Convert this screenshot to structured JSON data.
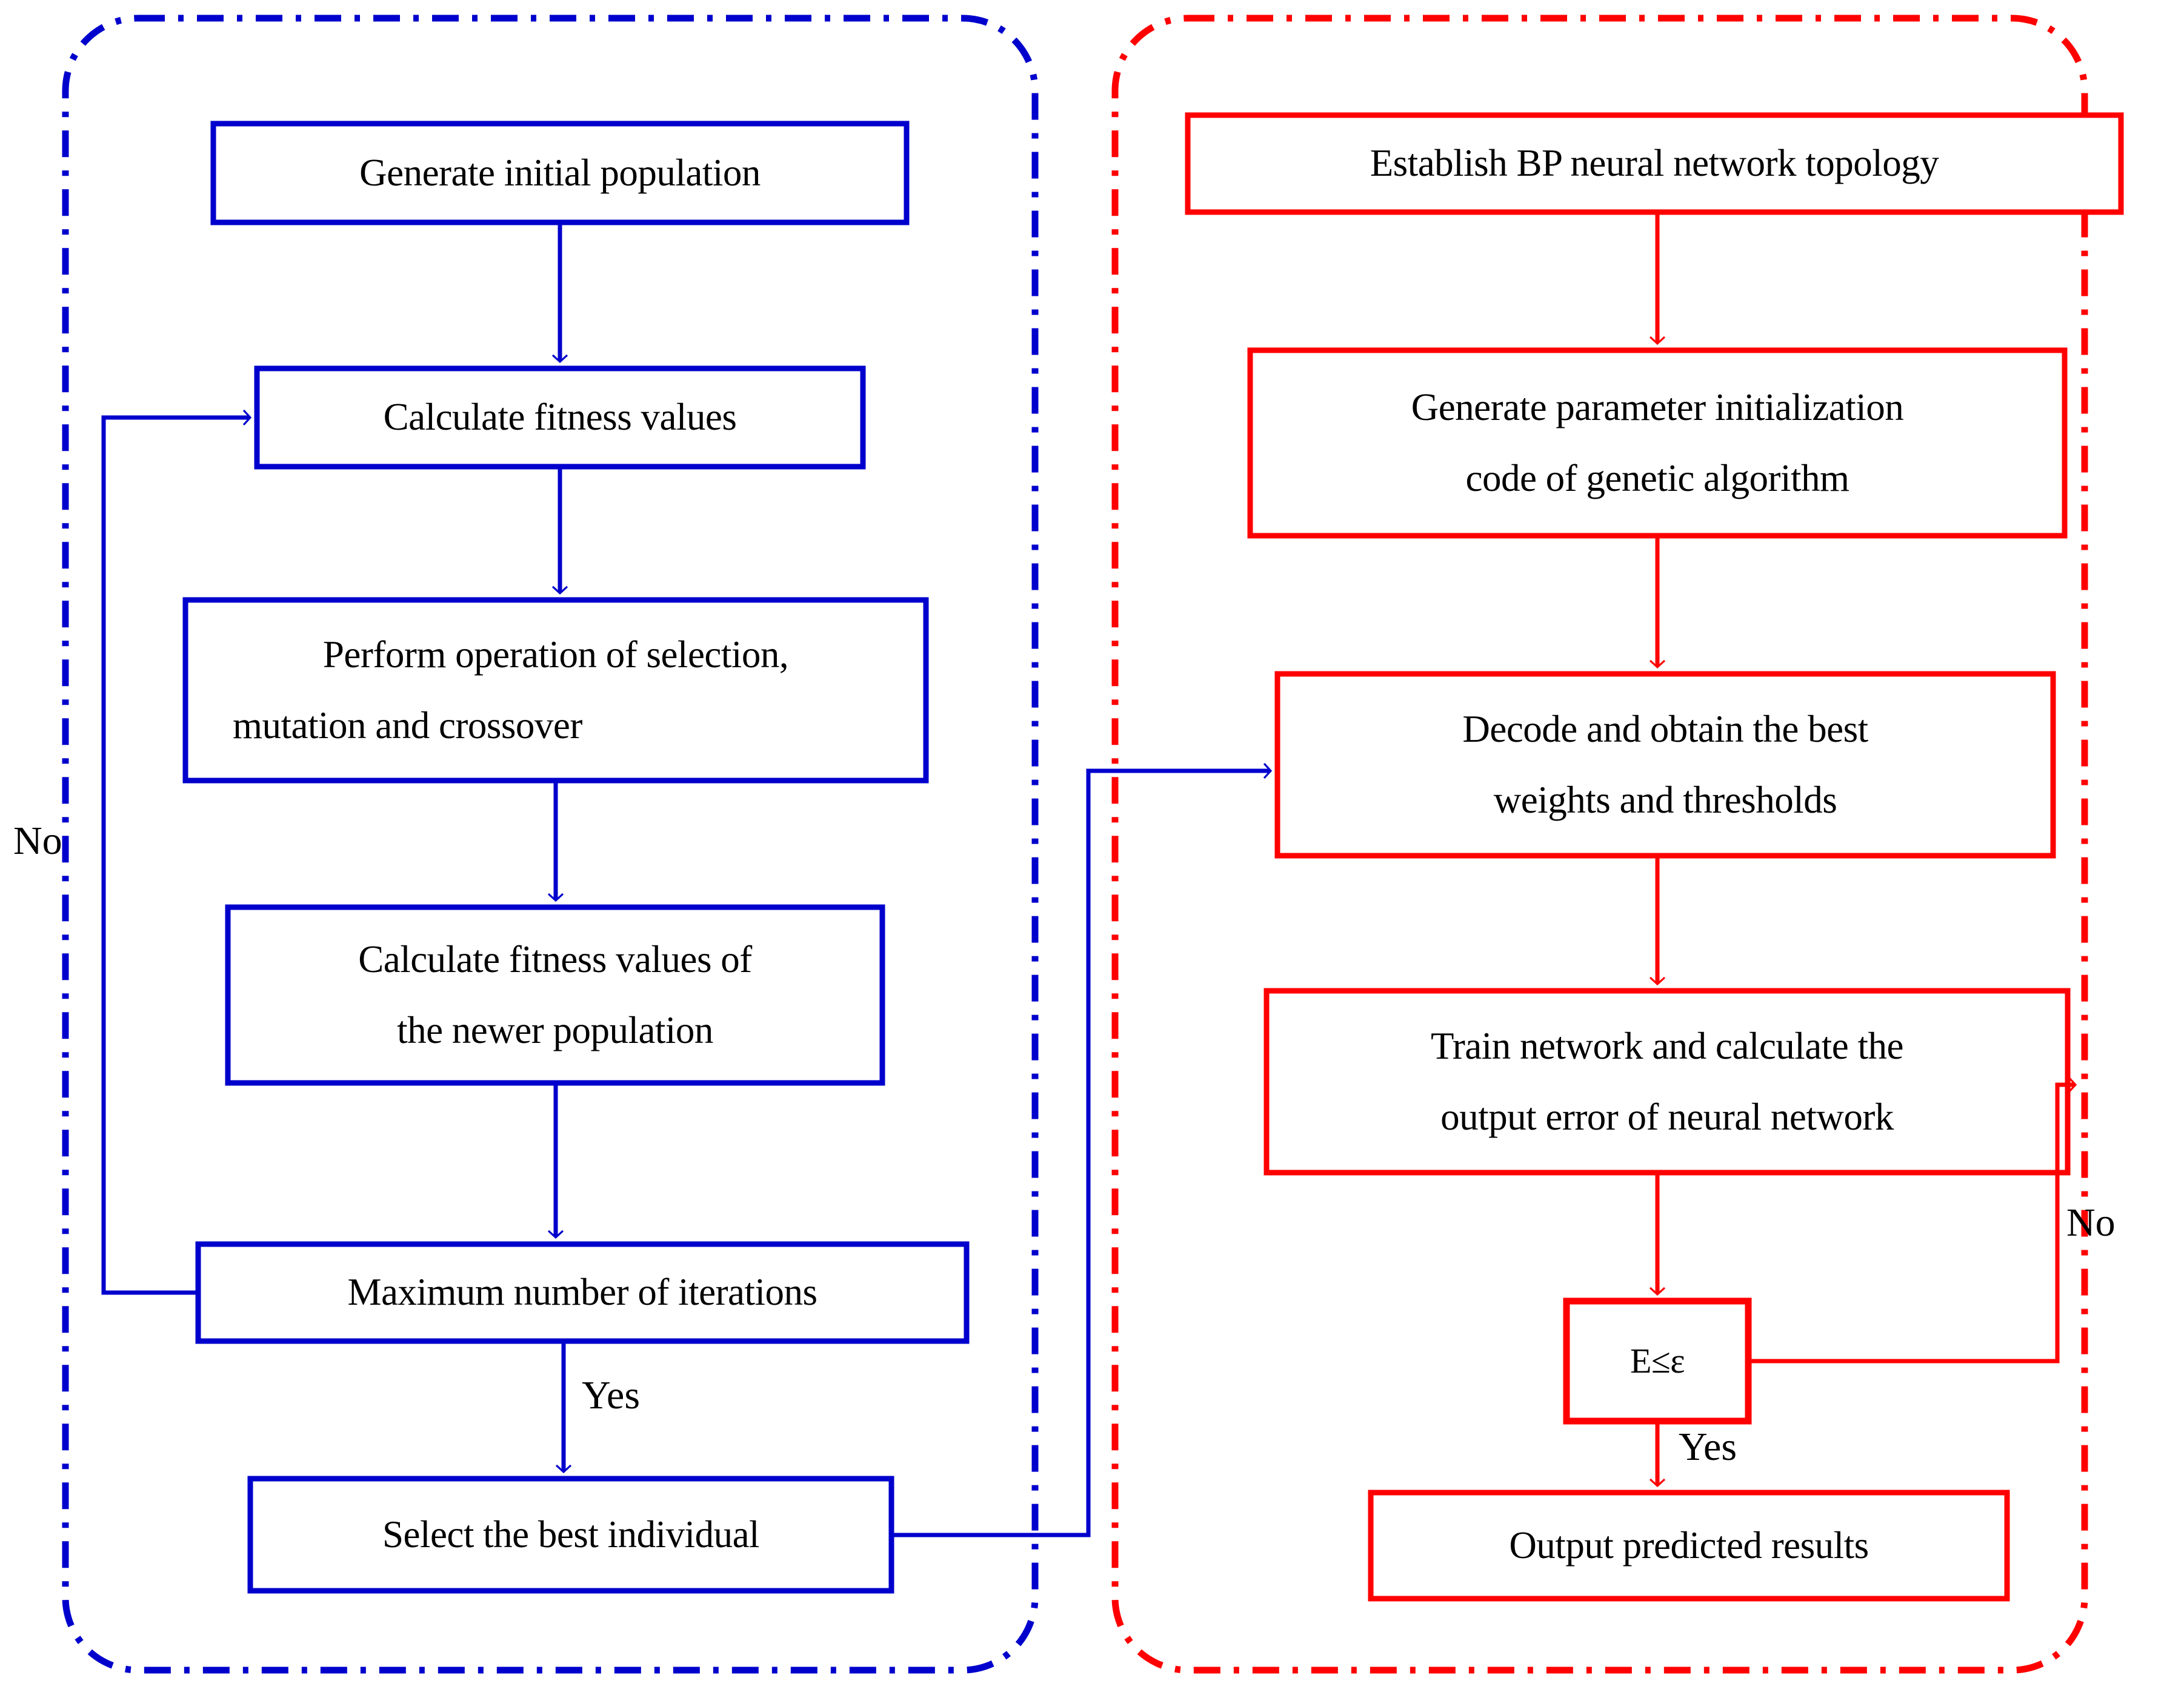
{
  "diagram": {
    "title": "GA-BP neural network flowchart",
    "colors": {
      "ga_panel": "#0000cd",
      "bp_panel": "#ff0000",
      "text": "#000000",
      "background": "#ffffff"
    },
    "panels": [
      {
        "id": "ga-panel",
        "name": "genetic-algorithm-panel",
        "border_style": "dash-dot",
        "color": "#0000cd"
      },
      {
        "id": "bp-panel",
        "name": "bp-network-panel",
        "border_style": "dash-dot",
        "color": "#ff0000"
      }
    ],
    "ga_nodes": [
      {
        "id": "ga1",
        "lines": [
          "Generate initial population"
        ]
      },
      {
        "id": "ga2",
        "lines": [
          "Calculate fitness values"
        ]
      },
      {
        "id": "ga3",
        "lines": [
          "Perform operation of selection,",
          "mutation and crossover"
        ]
      },
      {
        "id": "ga4",
        "lines": [
          "Calculate fitness values of",
          "the newer population"
        ]
      },
      {
        "id": "ga5",
        "lines": [
          "Maximum number of iterations"
        ]
      },
      {
        "id": "ga6",
        "lines": [
          "Select the best individual"
        ]
      }
    ],
    "bp_nodes": [
      {
        "id": "bp1",
        "lines": [
          "Establish BP neural network topology"
        ]
      },
      {
        "id": "bp2",
        "lines": [
          "Generate parameter initialization",
          "code of genetic algorithm"
        ]
      },
      {
        "id": "bp3",
        "lines": [
          "Decode and obtain the best",
          "weights and thresholds"
        ]
      },
      {
        "id": "bp4",
        "lines": [
          "Train network and calculate the",
          "output error of neural network"
        ]
      },
      {
        "id": "bp5",
        "lines": [
          "E≤ε"
        ]
      },
      {
        "id": "bp6",
        "lines": [
          "Output predicted results"
        ]
      }
    ],
    "edge_labels": {
      "ga_no": "No",
      "ga_yes": "Yes",
      "bp_no": "No",
      "bp_yes": "Yes"
    }
  }
}
